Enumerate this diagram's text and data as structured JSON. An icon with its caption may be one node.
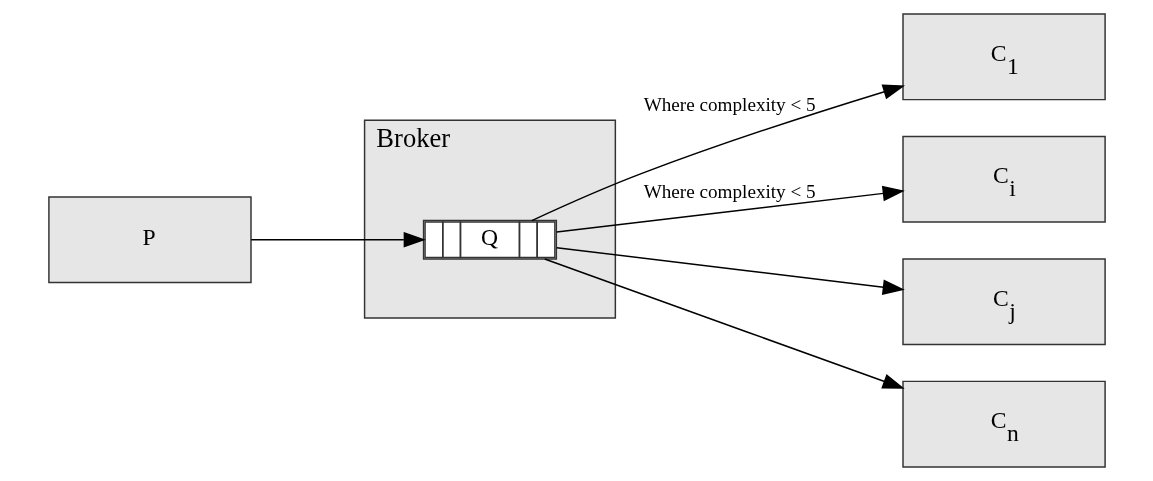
{
  "diagram": {
    "nodes": [
      {
        "text": [
          "P"
        ]
      },
      {
        "text": [
          "Broker"
        ]
      },
      {
        "text": [
          "Q"
        ],
        "in": 1
      },
      {
        "text": [
          "C$_{1}$"
        ]
      },
      {
        "text": [
          "C$_{i}$"
        ]
      },
      {
        "text": [
          "C$_{j}$"
        ]
      },
      {
        "text": [
          "C$_{n}$"
        ]
      }
    ],
    "edges": [
      {
        "from": 0,
        "to": 2,
        "arrow": "to"
      },
      {
        "from": 2,
        "to": 3,
        "arrow": "to",
        "label": "Where complexity < 5"
      },
      {
        "from": 2,
        "to": 4,
        "arrow": "to",
        "label": "Where complexity < 5"
      },
      {
        "from": 2,
        "to": 5,
        "arrow": "to"
      },
      {
        "from": 2,
        "to": 6,
        "arrow": "to"
      }
    ]
  }
}
